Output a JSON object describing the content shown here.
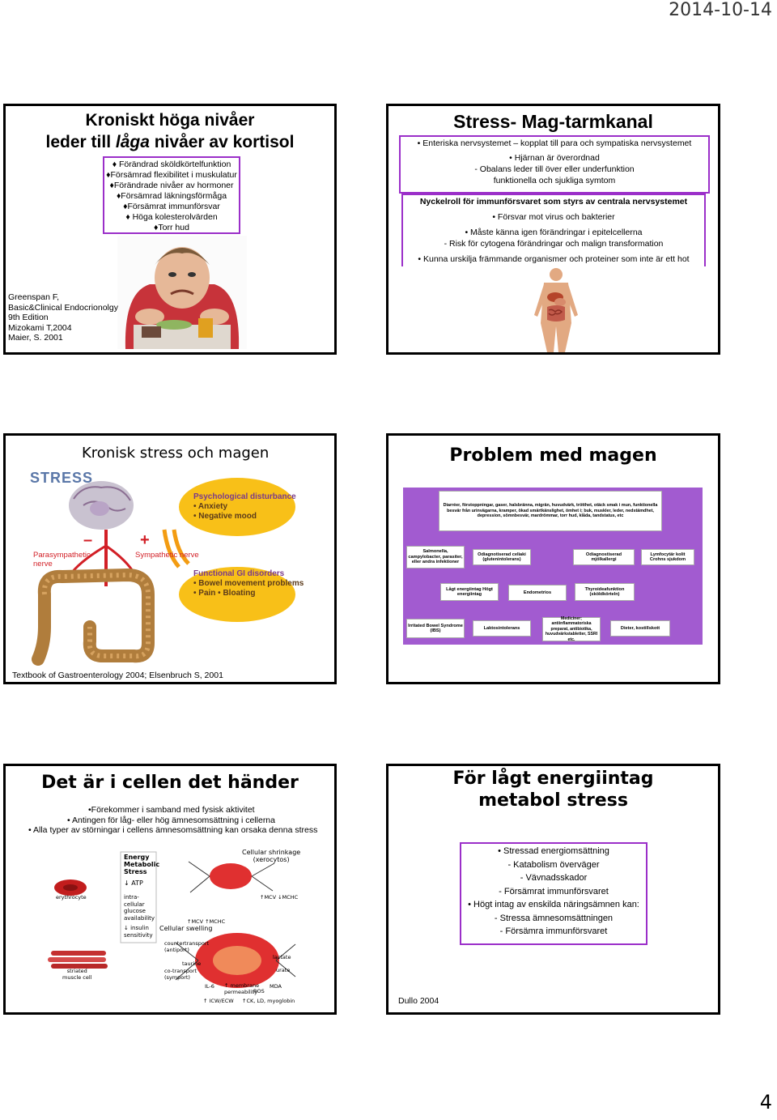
{
  "header": {
    "date": "2014-10-14",
    "page_number": "4",
    "stray_mark": ";"
  },
  "slide1": {
    "title_line1": "Kroniskt höga nivåer",
    "title_pre": "leder till ",
    "title_em": "låga",
    "title_post": " nivåer av kortisol",
    "bullets": [
      "♦ Förändrad sköldkörtelfunktion",
      "♦Försämrad flexibilitet i muskulatur",
      "♦Förändrade nivåer av hormoner",
      "♦Försämrad läkningsförmåga",
      "♦Försämrat immunförsvar",
      "♦ Höga kolesterolvärden",
      "♦Torr hud"
    ],
    "refs": [
      "Greenspan F,",
      "Basic&Clinical Endocrionolgy",
      "9th Edition",
      "Mizokami T,2004",
      "Maier, S. 2001"
    ]
  },
  "slide2": {
    "title": "Stress- Mag-tarmkanal",
    "box1": [
      "• Enteriska nervsystemet – kopplat till para och sympatiska nervsystemet",
      "• Hjärnan är överordnad",
      "- Obalans leder till över eller underfunktion",
      "funktionella och  sjukliga symtom"
    ],
    "box2_title": "Nyckelroll för immunförsvaret som styrs av centrala nervsystemet",
    "box2": [
      "• Försvar mot virus och bakterier",
      "• Måste känna igen förändringar i epitelcellerna",
      "- Risk för cytogena förändringar och malign transformation",
      "• Kunna urskilja främmande organismer och proteiner som inte är ett hot"
    ]
  },
  "slide3": {
    "title": "Kronisk stress och magen",
    "stress": "STRESS",
    "psych_title": "Psychological disturbance",
    "psych_items": [
      "• Anxiety",
      "• Negative mood"
    ],
    "minus": "–",
    "plus": "+",
    "para": "Parasympathetic\nnerve",
    "symp": "Sympathetic nerve",
    "gi_title": "Functional GI disorders",
    "gi_items": [
      "• Bowel movement problems",
      "• Pain   • Bloating"
    ],
    "ref": "Textbook of Gastroenterology 2004; Elsenbruch S, 2001"
  },
  "slide4": {
    "title": "Problem med magen",
    "top": "Diarréer, förstoppningar, gaser, halsbränna, migrän, huvudvärk, trötthet, otäck smak i mun, funktionella besvär från urinvägarna, kramper,  ökad smärtkänslighet, ömhet i; buk, muskler, leder, nedstämdhet, depression, sömnbesvär, mardrömmar, torr hud, klåda, tandstatus, etc",
    "row1": [
      "Salmonella, campylobacter, parasiter, eller andra infektioner",
      "Odiagnotiserad celiaki (glutenintolerans)",
      "Odiagnostiserad mjölkallergi",
      "Lymfocytär kolit Crohns sjukdom"
    ],
    "row2": [
      "Lågt energiintag Högt energiintag",
      "Endometrios",
      "Thyroideafunktion (sköldkörteln)"
    ],
    "row3": [
      "Irritated Bowel Syndrome (IBS)",
      "Laktosintolerans",
      "Mediciner; antiinflammatoriska preparat, antibiotika, huvudvärkstabletter, SSRI etc.",
      "Dieter, kostillskott"
    ]
  },
  "slide5": {
    "title": "Det är i cellen det händer",
    "bullets": [
      "•Förekommer i samband med fysisk aktivitet",
      "• Antingen för låg- eller hög ämnesomsättning i cellerna",
      "• Alla typer av störningar i cellens ämnesomsättning kan orsaka denna stress"
    ],
    "labels": {
      "ems": "Energy\nMetabolic\nStress",
      "atp": "↓ ATP",
      "glucose": "intra-\ncellular\nglucose\navailability",
      "insulin": "↓ insulin\nsensitivity",
      "erythrocyte": "erythrocyte",
      "muscle": "striated\nmuscle cell",
      "shrink": "Cellular shrinkage\n(xerocytos)",
      "swell": "Cellular swelling",
      "mcv_up": "↑MCV ↑MCHC",
      "mcv_down": "↑MCV ↓MCHC",
      "counter": "countertransport\n(antiport)",
      "co": "co-transport\n(symport)",
      "taurine": "taurine",
      "lactate": "lactate",
      "urate": "urate",
      "mda": "MDA",
      "ros": "ROS",
      "il6": "IL-6",
      "icw": "↑ ICW/ECW",
      "ck": "↑CK, LD, myoglobin",
      "membrane": "↑ membrane\npermeability"
    }
  },
  "slide6": {
    "title_line1": "För lågt energiintag",
    "title_line2": "metabol stress",
    "lines": [
      "• Stressad  energiomsättning",
      "- Katabolism överväger",
      "- Vävnadsskador",
      "-  Försämrat immunförsvaret",
      "• Högt intag av enskilda näringsämnen kan:",
      "- Stressa ämnesomsättningen",
      "- Försämra immunförsvaret"
    ],
    "ref": "Dullo 2004"
  },
  "colors": {
    "purple": "#9b2fc9",
    "panel_purple": "#a25bd0",
    "orange": "#f39c12",
    "red": "#d21f26"
  }
}
